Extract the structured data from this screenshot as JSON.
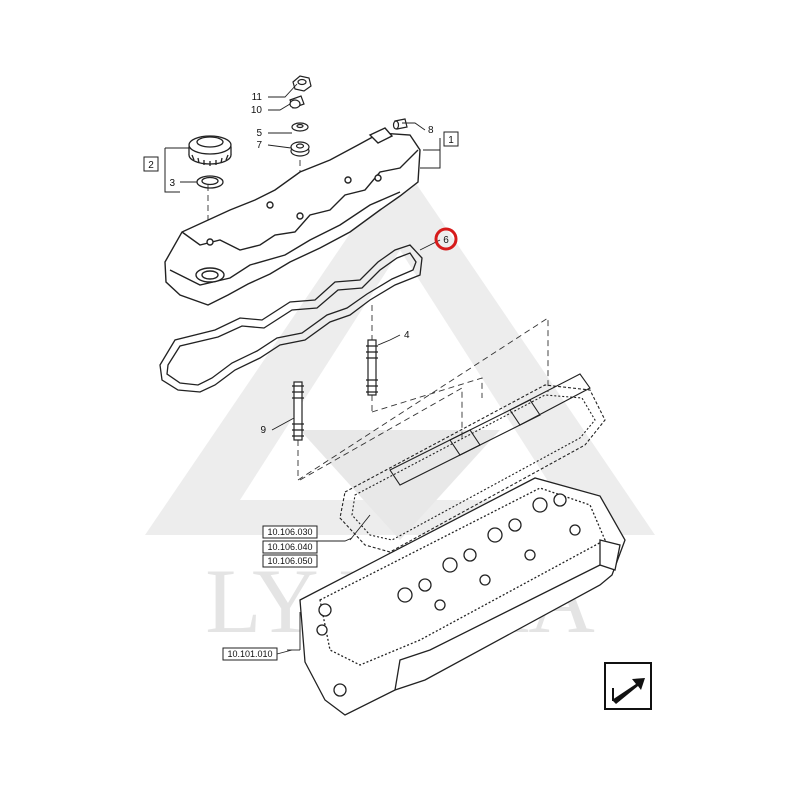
{
  "watermark": {
    "text": "LY FA     RA",
    "color": "#e6e6e6"
  },
  "callouts": {
    "c11": "11",
    "c10": "10",
    "c5": "5",
    "c7": "7",
    "c8": "8",
    "c1": "1",
    "c2": "2",
    "c3": "3",
    "c6": "6",
    "c4": "4",
    "c9": "9"
  },
  "references": {
    "r1": "10.106.030",
    "r2": "10.106.040",
    "r3": "10.106.050",
    "r4": "10.101.010"
  },
  "highlight": {
    "part": "6",
    "color": "#d61b1b"
  },
  "nav": {
    "icon": "next-page-arrow-icon"
  }
}
